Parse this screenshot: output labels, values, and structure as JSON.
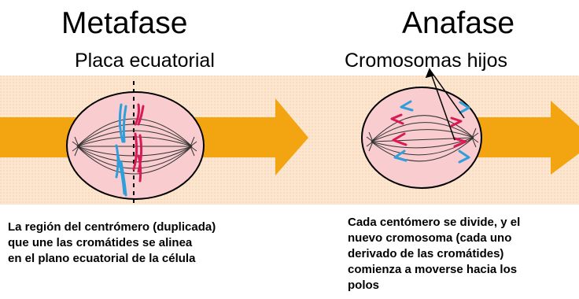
{
  "metafase": {
    "title": "Metafase",
    "label": "Placa ecuatorial",
    "caption_lines": [
      "La región del centrómero (duplicada)",
      "que une  las cromátides se alinea",
      "en el plano ecuatorial de la célula"
    ]
  },
  "anafase": {
    "title": "Anafase",
    "label": "Cromosomas hijos",
    "caption_lines": [
      "Cada centómero se divide, y el",
      "nuevo cromosoma (cada uno",
      "derivado de las cromátides)",
      "comienza a moverse hacia los",
      "polos"
    ]
  },
  "colors": {
    "background_band": "#fde6cf",
    "arrow": "#f2a411",
    "cell_fill": "#f9cccf",
    "cell_outline": "#000000",
    "chromosome_blue": "#2f9fdc",
    "chromosome_red": "#d81b55"
  }
}
